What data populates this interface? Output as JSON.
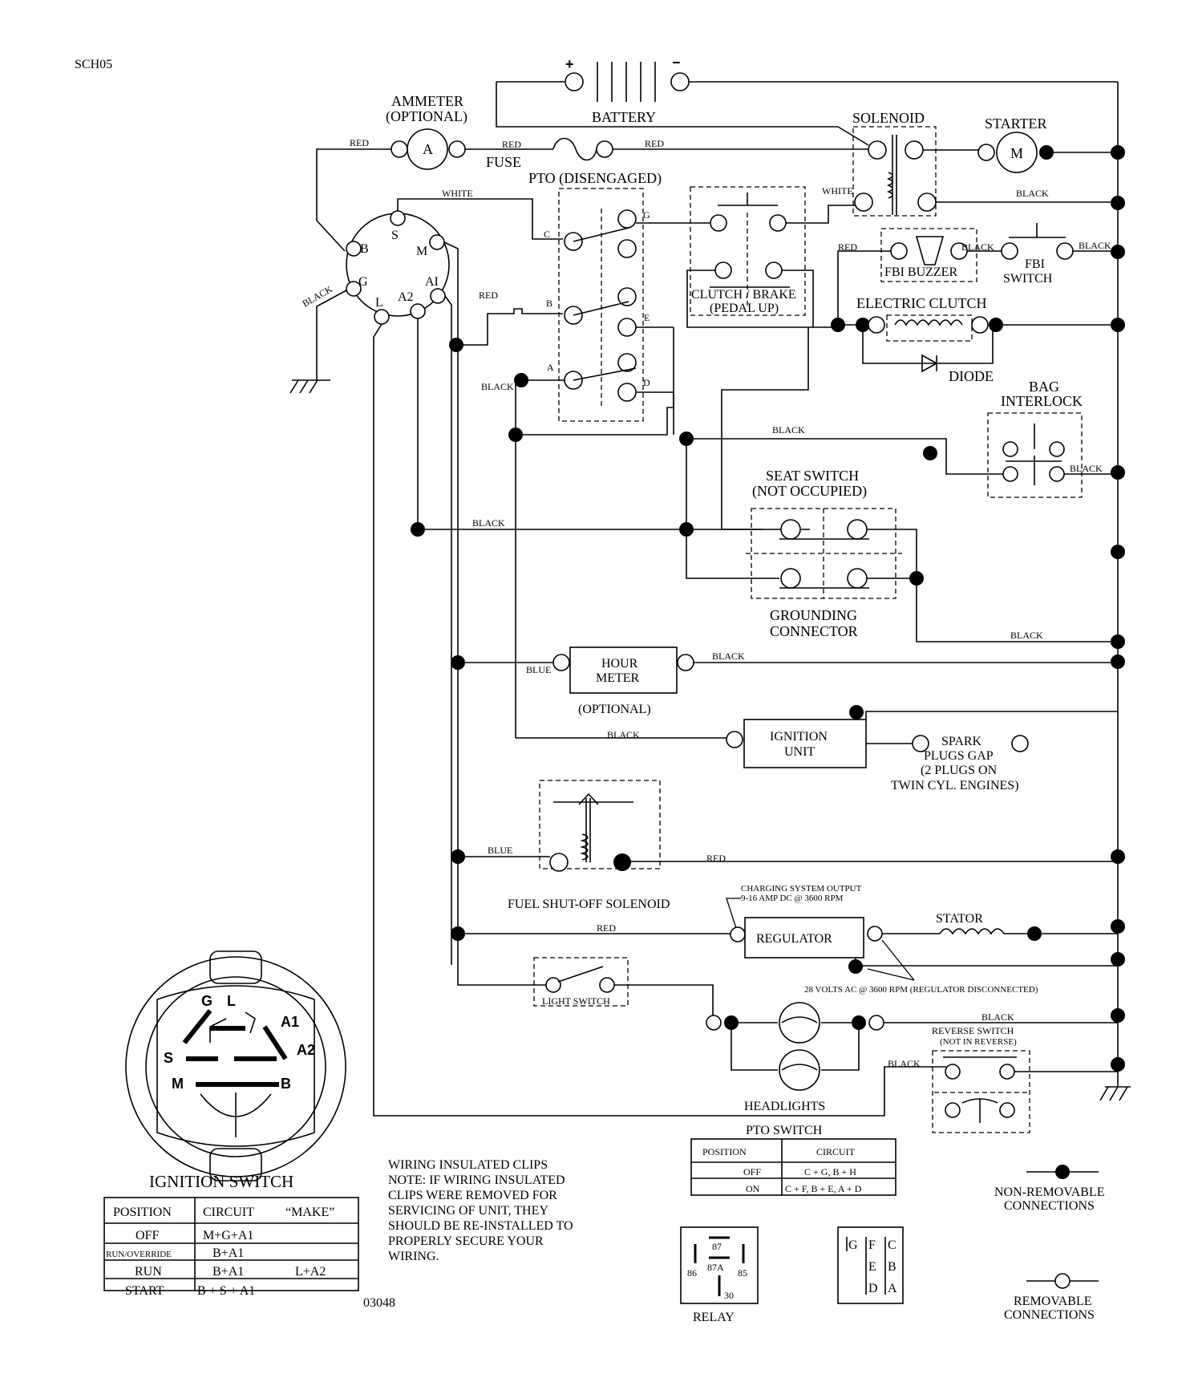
{
  "doc_code": "SCH05",
  "doc_number": "03048",
  "components": {
    "battery": "BATTERY",
    "battery_plus": "+",
    "battery_minus": "−",
    "ammeter": [
      "AMMETER",
      "(OPTIONAL)"
    ],
    "ammeter_symbol": "A",
    "fuse": "FUSE",
    "pto": "PTO (DISENGAGED)",
    "solenoid": "SOLENOID",
    "starter": "STARTER",
    "starter_symbol": "M",
    "fbi_buzzer": "FBI BUZZER",
    "fbi_switch": [
      "FBI",
      "SWITCH"
    ],
    "clutch_brake": [
      "CLUTCH / BRAKE",
      "(PEDAL UP)"
    ],
    "electric_clutch": "ELECTRIC CLUTCH",
    "diode": "DIODE",
    "bag_interlock": [
      "BAG",
      "INTERLOCK"
    ],
    "seat_switch": [
      "SEAT SWITCH",
      "(NOT OCCUPIED)"
    ],
    "grounding_connector": [
      "GROUNDING",
      "CONNECTOR"
    ],
    "hour_meter": [
      "HOUR",
      "METER"
    ],
    "hour_meter_note": "(OPTIONAL)",
    "ignition_unit": [
      "IGNITION",
      "UNIT"
    ],
    "spark_plugs": [
      "SPARK",
      "PLUGS GAP",
      "(2 PLUGS ON",
      "TWIN CYL. ENGINES)"
    ],
    "fuel_solenoid": "FUEL SHUT-OFF SOLENOID",
    "charging_output": [
      "CHARGING SYSTEM OUTPUT",
      "9-16 AMP DC @ 3600 RPM"
    ],
    "regulator": "REGULATOR",
    "stator": "STATOR",
    "regulator_note": "28 VOLTS AC @ 3600 RPM (REGULATOR DISCONNECTED)",
    "light_switch": "LIGHT SWITCH",
    "headlights": "HEADLIGHTS",
    "reverse_switch": [
      "REVERSE SWITCH",
      "(NOT IN REVERSE)"
    ]
  },
  "ignition_terminals": [
    "B",
    "S",
    "M",
    "G",
    "L",
    "A2",
    "AI"
  ],
  "pto_terminals": [
    "G",
    "C",
    "B",
    "E",
    "A",
    "D"
  ],
  "wire_labels": {
    "red": "RED",
    "white": "WHITE",
    "black": "BLACK",
    "blue": "BLUE"
  },
  "ignition_switch": {
    "title": "IGNITION SWITCH",
    "pin_labels": [
      "G",
      "L",
      "A1",
      "S",
      "A2",
      "M",
      "B"
    ],
    "headers": [
      "POSITION",
      "CIRCUIT",
      "“MAKE”"
    ],
    "rows": [
      {
        "position": "OFF",
        "circuit": "M+G+A1",
        "extra": ""
      },
      {
        "position": "RUN/OVERRIDE",
        "circuit": "B+A1",
        "extra": ""
      },
      {
        "position": "RUN",
        "circuit": "B+A1",
        "extra": "L+A2"
      },
      {
        "position": "START",
        "circuit": "B + S + A1",
        "extra": ""
      }
    ]
  },
  "pto_switch": {
    "title": "PTO SWITCH",
    "headers": [
      "POSITION",
      "CIRCUIT"
    ],
    "rows": [
      {
        "position": "OFF",
        "circuit": "C + G, B + H"
      },
      {
        "position": "ON",
        "circuit": "C + F, B + E, A + D"
      }
    ]
  },
  "note": [
    "WIRING INSULATED CLIPS",
    "NOTE: IF WIRING INSULATED",
    "CLIPS WERE REMOVED FOR",
    "SERVICING OF UNIT, THEY",
    "SHOULD BE RE-INSTALLED TO",
    "PROPERLY SECURE YOUR",
    "WIRING."
  ],
  "relay": {
    "label": "RELAY",
    "pins": [
      "87",
      "87A",
      "86",
      "85",
      "30"
    ]
  },
  "pto_connector_pins": [
    "G",
    "F",
    "C",
    "E",
    "B",
    "D",
    "A"
  ],
  "legend": {
    "non_removable": [
      "NON-REMOVABLE",
      "CONNECTIONS"
    ],
    "removable": [
      "REMOVABLE",
      "CONNECTIONS"
    ]
  }
}
